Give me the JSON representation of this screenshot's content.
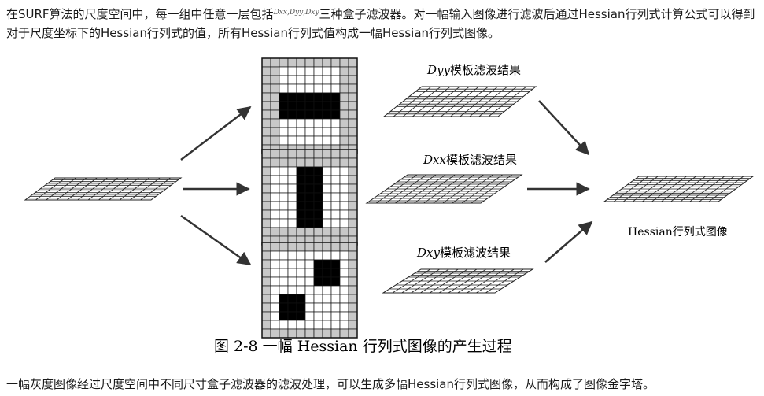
{
  "paragraph1": {
    "before": "在SURF算法的尺度空间中，每一组中任意一层包括",
    "filters": [
      "Dxx",
      "Dyy",
      "Dxy"
    ],
    "after": "三种盒子滤波器。对一幅输入图像进行滤波后通过Hessian行列式计算公式可以得到对于尺度坐标下的Hessian行列式的值，所有Hessian行列式值构成一幅Hessian行列式图像。"
  },
  "figure": {
    "labels": {
      "dyy_var": "Dyy",
      "dxx_var": "Dxx",
      "dxy_var": "Dxy",
      "template_suffix": "模板滤波结果",
      "hessian_image": "Hessian行列式图像"
    },
    "caption": "图 2-8  一幅 Hessian 行列式图像的产生过程"
  },
  "paragraph2": "一幅灰度图像经过尺度空间中不同尺寸盒子滤波器的滤波处理，可以生成多幅Hessian行列式图像，从而构成了图像金字塔。"
}
